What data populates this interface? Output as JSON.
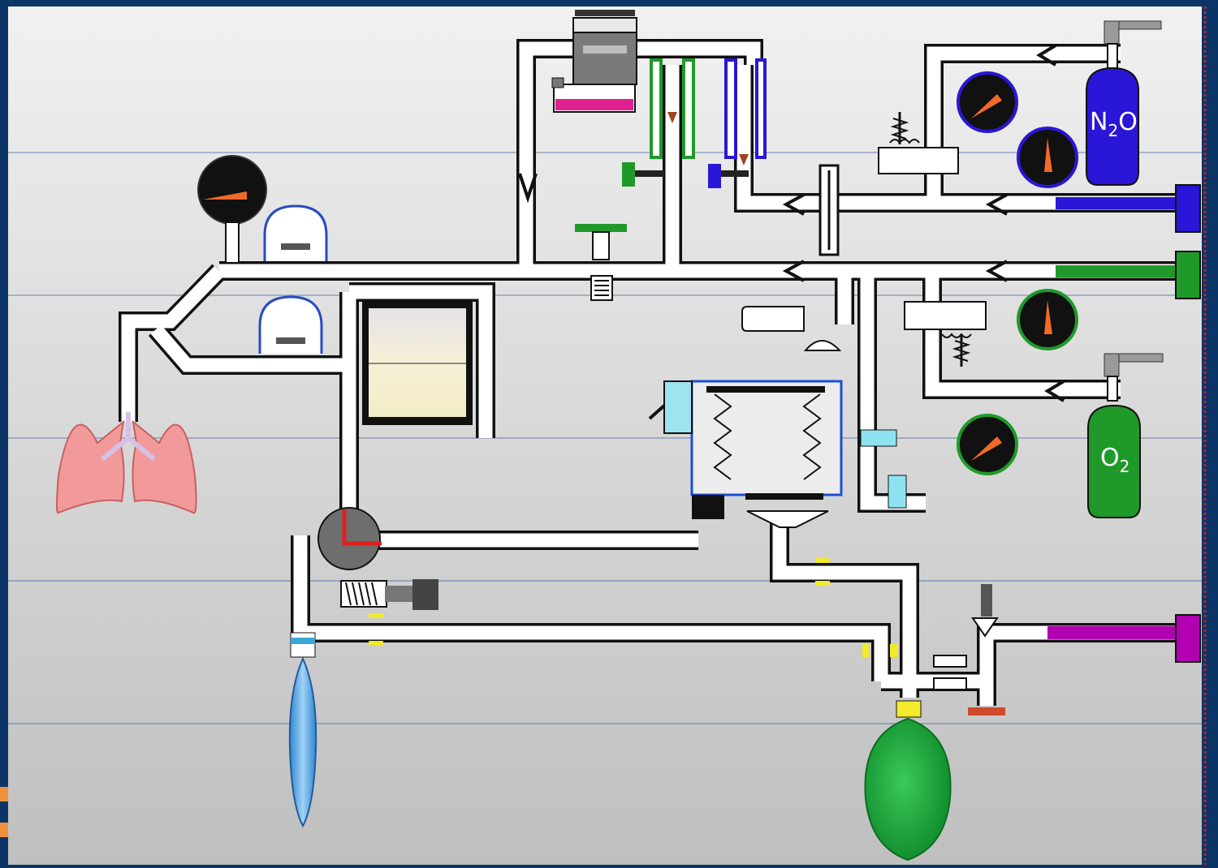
{
  "diagram": {
    "cylinders": [
      {
        "id": "n2o",
        "label_main": "N",
        "label_sub": "2",
        "label_end": "O",
        "color": "#2a16d6"
      },
      {
        "id": "o2",
        "label_main": "O",
        "label_sub": "2",
        "label_end": "",
        "color": "#1f9a2a"
      }
    ]
  },
  "colors": {
    "background_frame": "#0b3566",
    "panel": "#d9d9d9",
    "pipe": "#ffffff",
    "pipe_outline": "#111111",
    "n2o_line": "#2a16d6",
    "o2_line": "#1f9a2a",
    "air_line": "#b000b0",
    "gauge_needle": "#f26a2a",
    "lungs": "#f29a9a",
    "reservoir_bag": "#1fa33a",
    "scavenger_bag": "#5aaee8",
    "absorber_canister": "#f3eed6",
    "vaporizer_agent": "#e0208f",
    "cyan_valve": "#8fe3f0"
  },
  "icons": {
    "pressure_gauge": "pressure-gauge-icon",
    "cylinder": "gas-cylinder-icon",
    "one_way_valve": "check-valve-icon",
    "flowmeter": "flowmeter-icon",
    "lungs": "lungs-icon",
    "bellows": "bellows-icon",
    "bag": "reservoir-bag-icon"
  }
}
